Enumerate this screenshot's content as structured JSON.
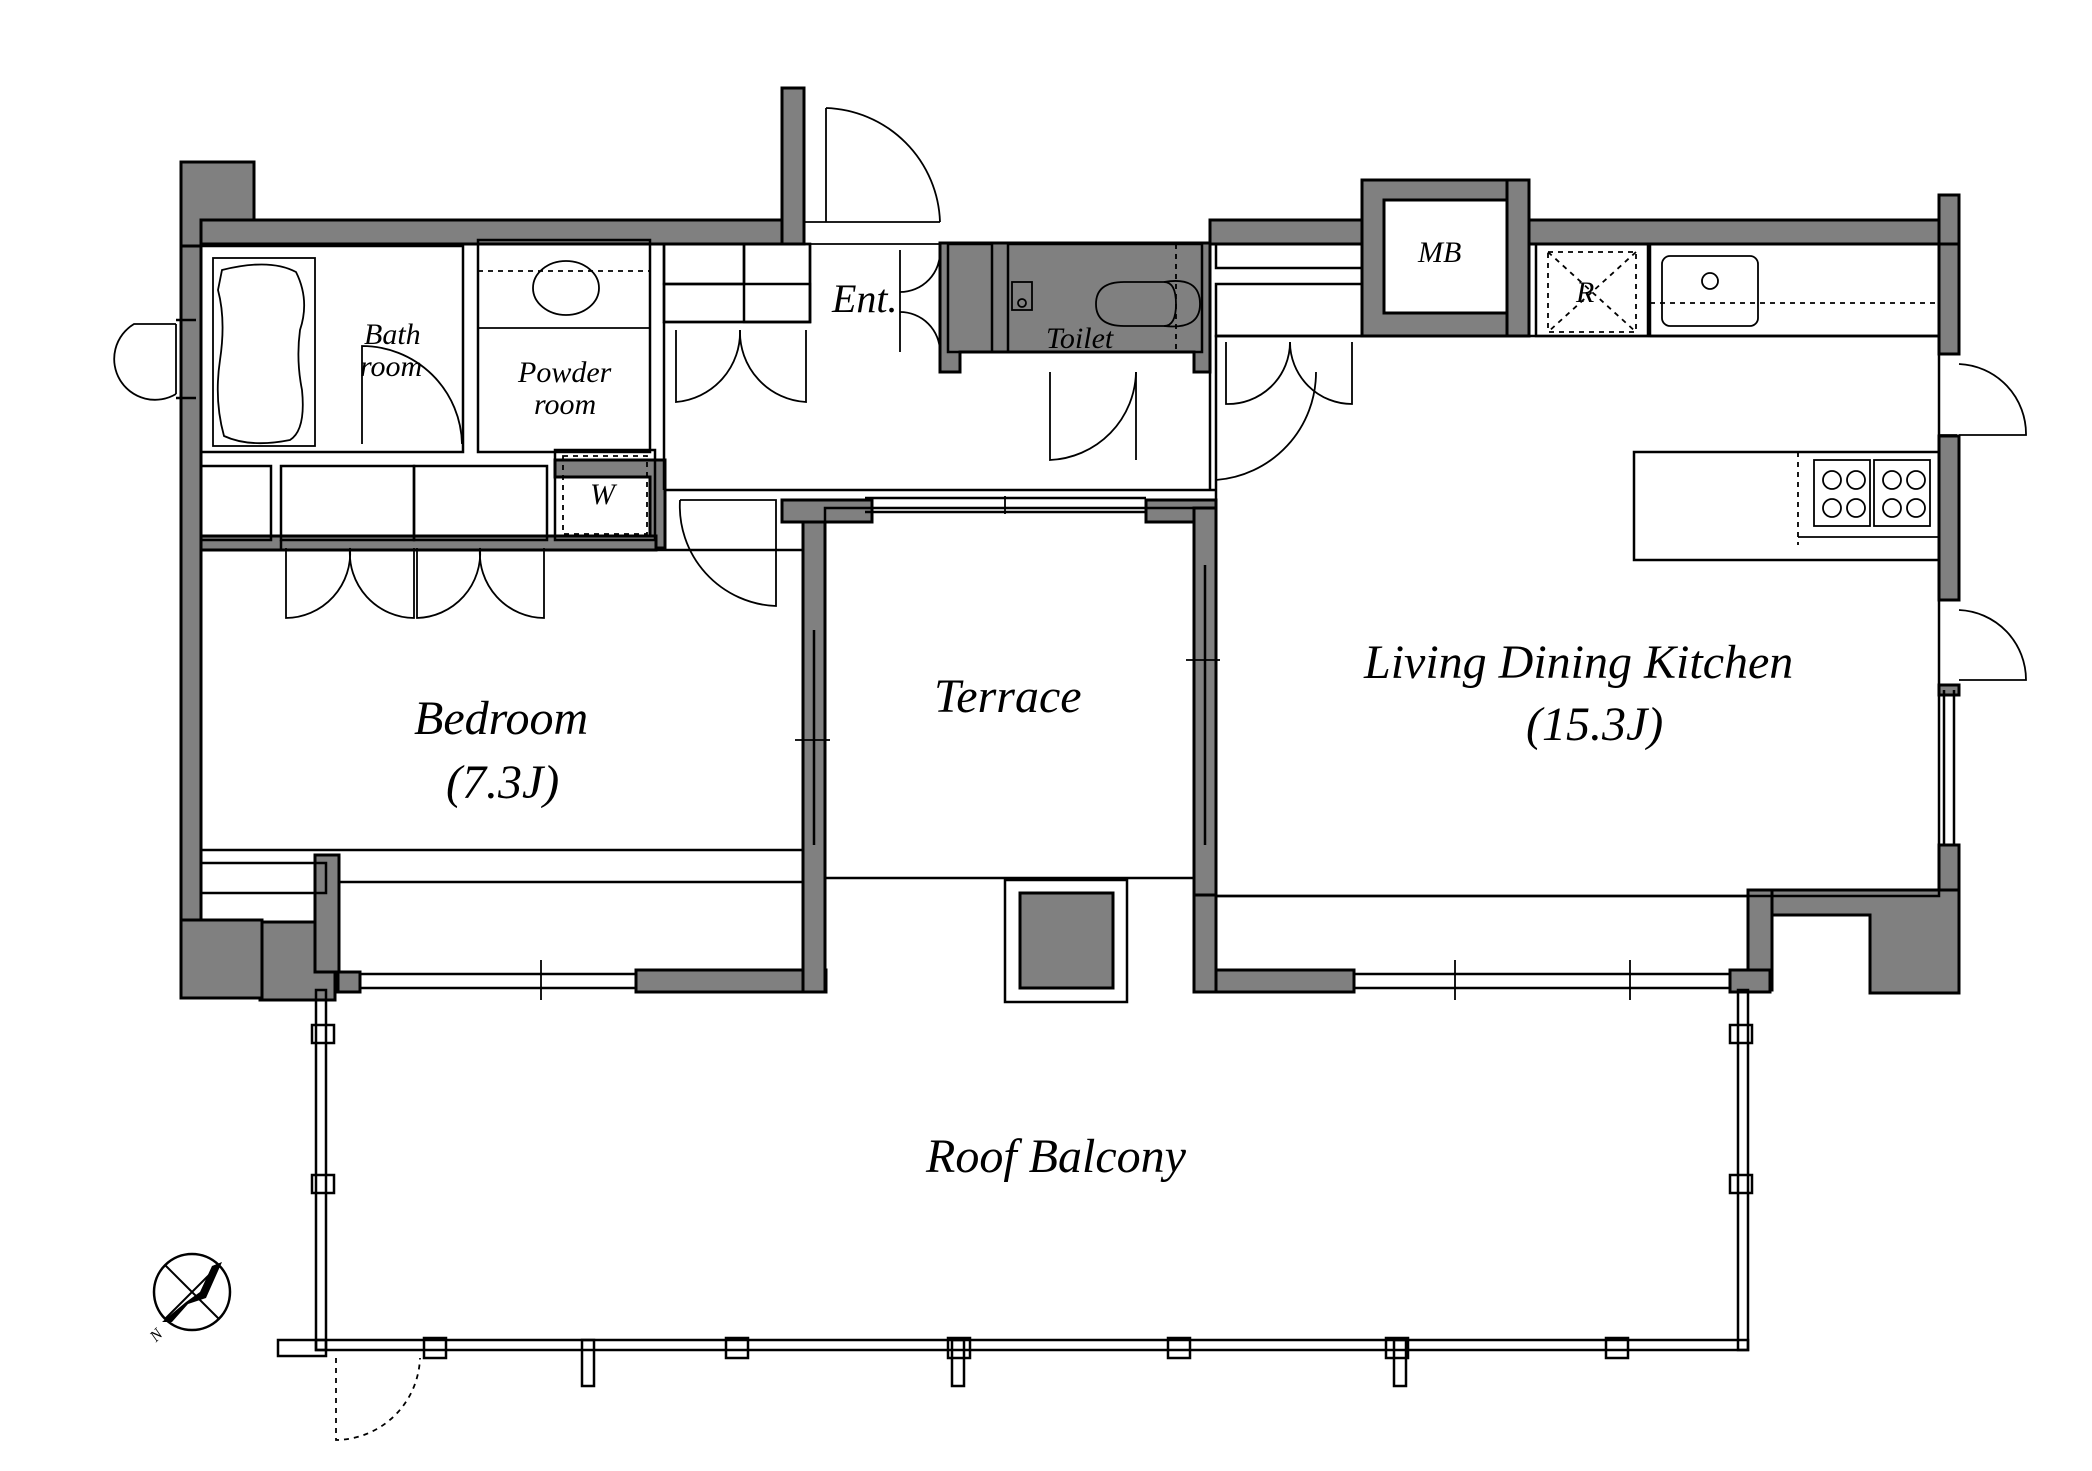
{
  "labels": {
    "bedroom": "Bedroom",
    "bedroom_size": "(7.3J)",
    "terrace": "Terrace",
    "ldk": "Living Dining Kitchen",
    "ldk_size": "(15.3J)",
    "roof_balcony": "Roof Balcony",
    "bath_line1": "Bath",
    "bath_line2": "room",
    "powder_line1": "Powder",
    "powder_line2": "room",
    "washer": "W",
    "entrance": "Ent.",
    "toilet": "Toilet",
    "meter_box": "MB",
    "refrigerator": "R",
    "north": "N"
  }
}
